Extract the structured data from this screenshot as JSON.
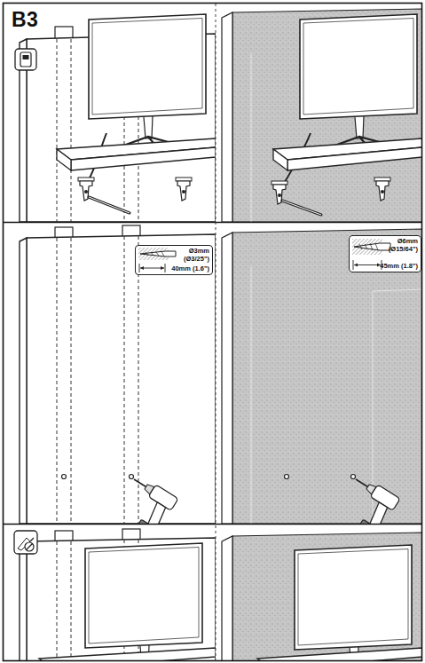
{
  "diagram": {
    "title": "B3",
    "nodes": [
      {
        "text": [
          "Ø3mm (Ø3/25\")",
          "40mm (1.6\")"
        ]
      },
      {
        "text": [
          "Ø6mm (Ø15/64\")",
          "45mm (1.8\")"
        ]
      }
    ]
  }
}
